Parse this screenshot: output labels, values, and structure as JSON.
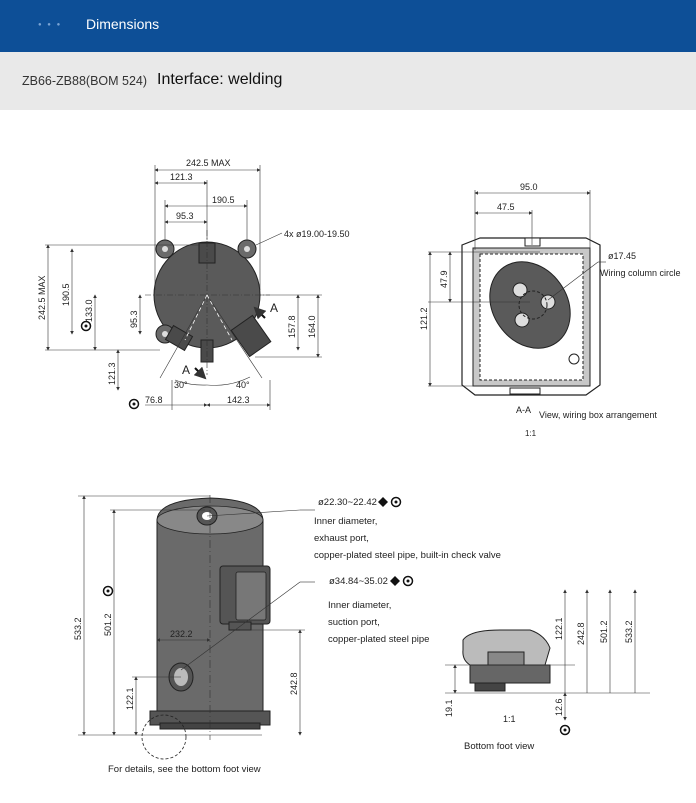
{
  "header": {
    "title": "Dimensions"
  },
  "subheader": {
    "model": "ZB66-ZB88(BOM 524)",
    "interface": "Interface: welding"
  },
  "top_view": {
    "dims": {
      "max_width": "242.5 MAX",
      "half_width": "121.3",
      "foot_span": "190.5",
      "center_to_foot": "95.3",
      "holes": "4x ø19.00-19.50",
      "left_height_max": "242.5 MAX",
      "left_190": "190.5",
      "left_133": "133.0",
      "left_95": "95.3",
      "left_121": "121.3",
      "right_157": "157.8",
      "right_164": "164.0",
      "bottom_76": "76.8",
      "bottom_142": "142.3",
      "angle_30": "30°",
      "angle_40": "40°",
      "section_a": "A"
    }
  },
  "wiring_view": {
    "dims": {
      "width": "95.0",
      "half": "47.5",
      "h47": "47.9",
      "h121": "121.2",
      "dia": "ø17.45"
    },
    "wiring_column_label": "Wiring column circle",
    "section_label": "A-A",
    "caption": "View, wiring box arrangement",
    "scale": "1:1"
  },
  "side_view": {
    "dims": {
      "h533": "533.2",
      "h501": "501.2",
      "h242": "242.8",
      "h122": "122.1",
      "w232": "232.2"
    },
    "discharge": {
      "size": "ø22.30~22.42",
      "lines": [
        "Inner diameter,",
        "exhaust port,",
        "copper-plated steel pipe, built-in check valve"
      ]
    },
    "suction": {
      "size": "ø34.84~35.02",
      "lines": [
        "Inner diameter,",
        "suction port,",
        "copper-plated steel pipe"
      ]
    },
    "details_note": "For details, see the bottom foot view"
  },
  "foot_view": {
    "dims": {
      "h122": "122.1",
      "h242": "242.8",
      "h501": "501.2",
      "h533": "533.2",
      "h19": "19.1",
      "h12": "12.6"
    },
    "scale": "1:1",
    "caption": "Bottom foot view"
  },
  "marker_symbol": "O"
}
